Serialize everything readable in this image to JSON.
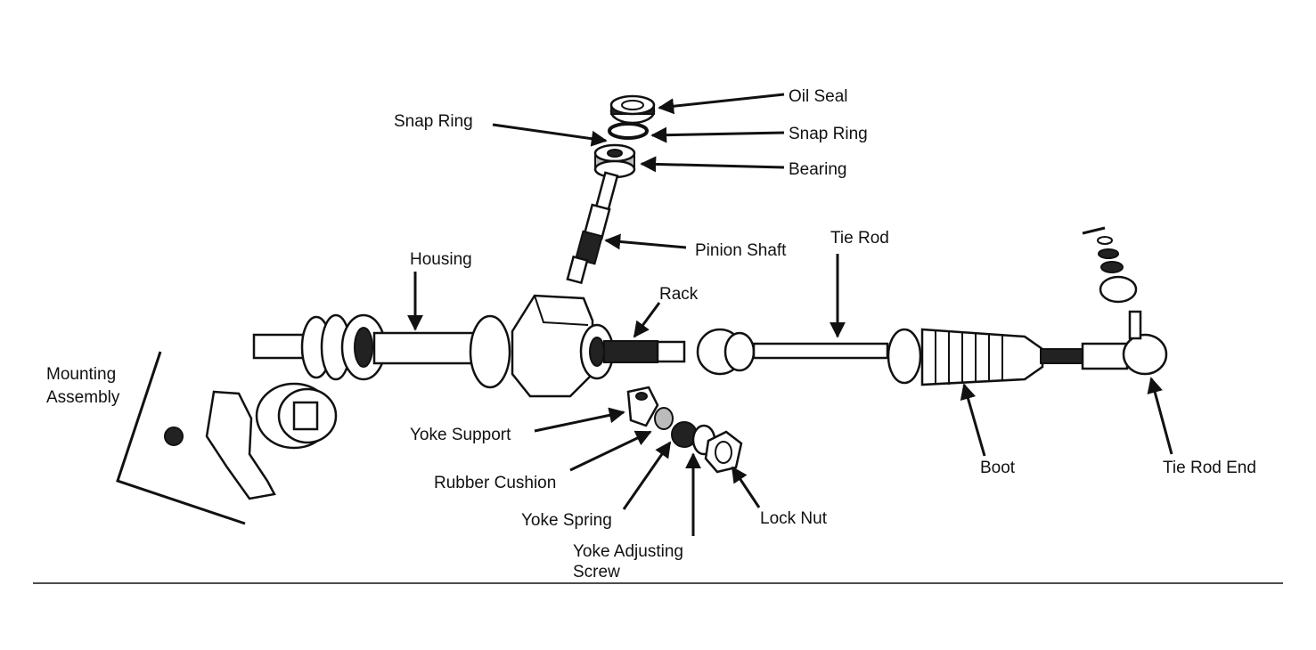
{
  "labels": {
    "oil_seal": "Oil Seal",
    "snap_ring_left": "Snap Ring",
    "snap_ring_right": "Snap Ring",
    "bearing": "Bearing",
    "pinion_shaft": "Pinion Shaft",
    "tie_rod": "Tie Rod",
    "housing": "Housing",
    "rack": "Rack",
    "mounting_1": "Mounting",
    "mounting_2": "Assembly",
    "yoke_support": "Yoke Support",
    "rubber_cushion": "Rubber Cushion",
    "yoke_spring": "Yoke Spring",
    "yoke_adjusting_1": "Yoke Adjusting",
    "yoke_adjusting_2": "Screw",
    "lock_nut": "Lock Nut",
    "boot": "Boot",
    "tie_rod_end": "Tie Rod End"
  },
  "colors": {
    "ink": "#111111",
    "background": "#ffffff"
  }
}
